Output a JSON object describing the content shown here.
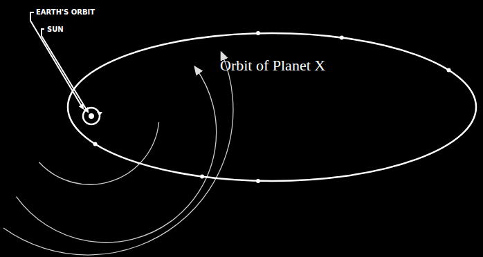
{
  "diagram": {
    "nodes": [
      {
        "text": [
          "Orbit of Planet X"
        ]
      }
    ],
    "labels": [
      "EARTH'S ORBIT",
      "SUN"
    ]
  }
}
